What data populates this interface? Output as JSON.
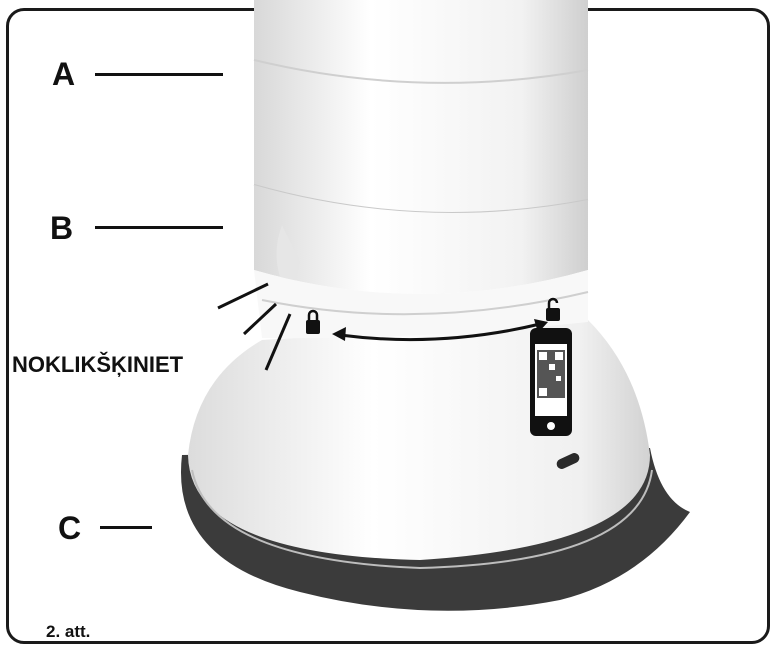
{
  "labels": {
    "a": "A",
    "b": "B",
    "c": "C",
    "click_text": "NOKLIKŠĶINIET",
    "figure": "2. att."
  },
  "colors": {
    "body": "#ffffff",
    "outline": "#1a1a1a",
    "base_ring": "#3a3a3a",
    "shadow": "#d9d9d9"
  },
  "icons": [
    "lock-closed-icon",
    "lock-open-icon",
    "double-arrow-icon",
    "phone-qr-icon"
  ]
}
